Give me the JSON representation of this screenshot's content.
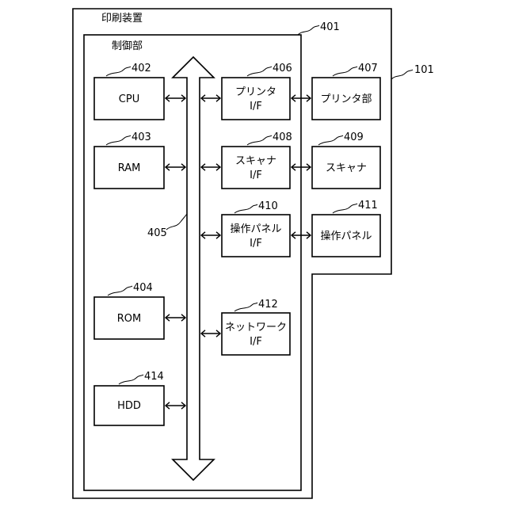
{
  "outer_title": "印刷装置",
  "controller_title": "制御部",
  "refs": {
    "printer_device": "101",
    "controller": "401",
    "cpu": "402",
    "ram": "403",
    "rom": "404",
    "bus": "405",
    "printer_if": "406",
    "printer_unit": "407",
    "scanner_if": "408",
    "scanner": "409",
    "panel_if": "410",
    "panel": "411",
    "network_if": "412",
    "hdd": "414"
  },
  "blocks": {
    "cpu": [
      "CPU"
    ],
    "ram": [
      "RAM"
    ],
    "rom": [
      "ROM"
    ],
    "hdd": [
      "HDD"
    ],
    "printer_if": [
      "プリンタ",
      "I/F"
    ],
    "scanner_if": [
      "スキャナ",
      "I/F"
    ],
    "panel_if": [
      "操作パネル",
      "I/F"
    ],
    "network_if": [
      "ネットワーク",
      "I/F"
    ],
    "printer_unit": [
      "プリンタ部"
    ],
    "scanner": [
      "スキャナ"
    ],
    "panel": [
      "操作パネル"
    ]
  }
}
